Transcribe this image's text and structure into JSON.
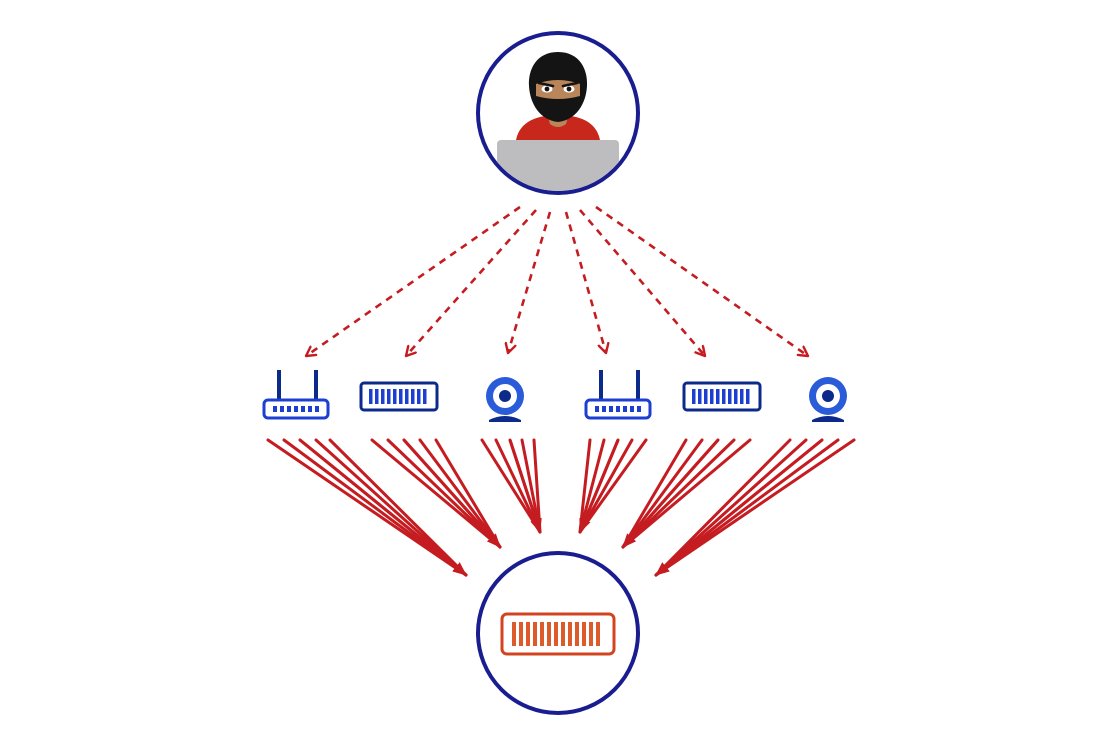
{
  "colors": {
    "background": "#ffffff",
    "node_ring": "#1a1d8f",
    "device_primary": "#1d3fd1",
    "device_dark": "#0b2a8a",
    "webcam_blue": "#2a5bd8",
    "attack_red": "#c41c20",
    "target_orange": "#dd5a2a",
    "target_border": "#d2441f",
    "hacker_mask": "#141414",
    "hacker_shirt": "#c8281c",
    "hacker_skin": "#b8865a",
    "laptop_gray": "#bdbdc0"
  },
  "nodes": {
    "attacker": {
      "icon": "masked-hacker-with-laptop-icon"
    },
    "target": {
      "icon": "server-rack-icon"
    }
  },
  "devices": [
    {
      "icon": "wifi-router-icon"
    },
    {
      "icon": "network-switch-icon"
    },
    {
      "icon": "webcam-icon"
    },
    {
      "icon": "wifi-router-icon"
    },
    {
      "icon": "network-switch-icon"
    },
    {
      "icon": "webcam-icon"
    }
  ],
  "edges": {
    "command_style": "dashed",
    "attack_style": "solid",
    "attack_lines_per_device": 5
  }
}
